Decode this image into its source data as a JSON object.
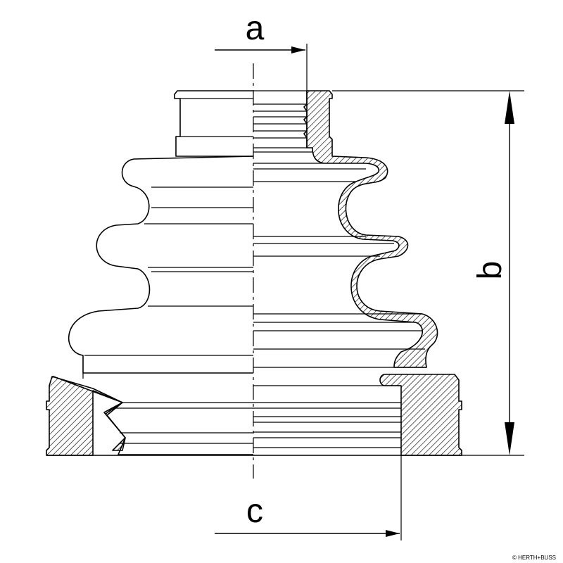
{
  "dimensions": {
    "a": "a",
    "b": "b",
    "c": "c"
  },
  "watermark": "© HERTH+BUSS"
}
